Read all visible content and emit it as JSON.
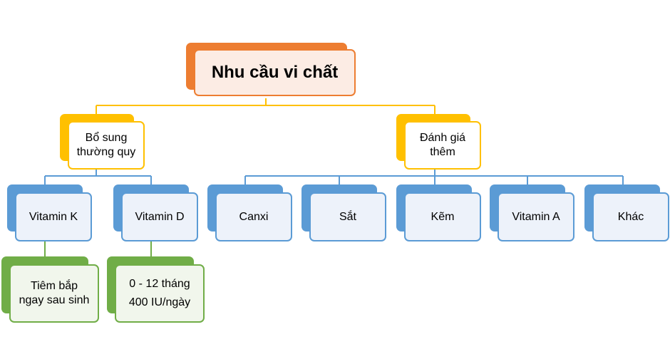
{
  "root": {
    "label": "Nhu cầu vi chất"
  },
  "routine": {
    "label_line1": "Bổ sung",
    "label_line2": "thường quy",
    "children": [
      {
        "label": "Vitamin K",
        "detail_line1": "Tiêm bắp",
        "detail_line2": "ngay sau sinh"
      },
      {
        "label": "Vitamin D",
        "detail_line1": "0 - 12 tháng",
        "detail_line2": "400 IU/ngày"
      }
    ]
  },
  "assessment": {
    "label_line1": "Đánh giá",
    "label_line2": "thêm",
    "children": [
      {
        "label": "Canxi"
      },
      {
        "label": "Sắt"
      },
      {
        "label": "Kẽm"
      },
      {
        "label": "Vitamin A"
      },
      {
        "label": "Khác"
      }
    ]
  },
  "colors": {
    "root": "#ed7d31",
    "level1": "#ffc000",
    "level2": "#5b9bd5",
    "level3": "#70ad47"
  }
}
